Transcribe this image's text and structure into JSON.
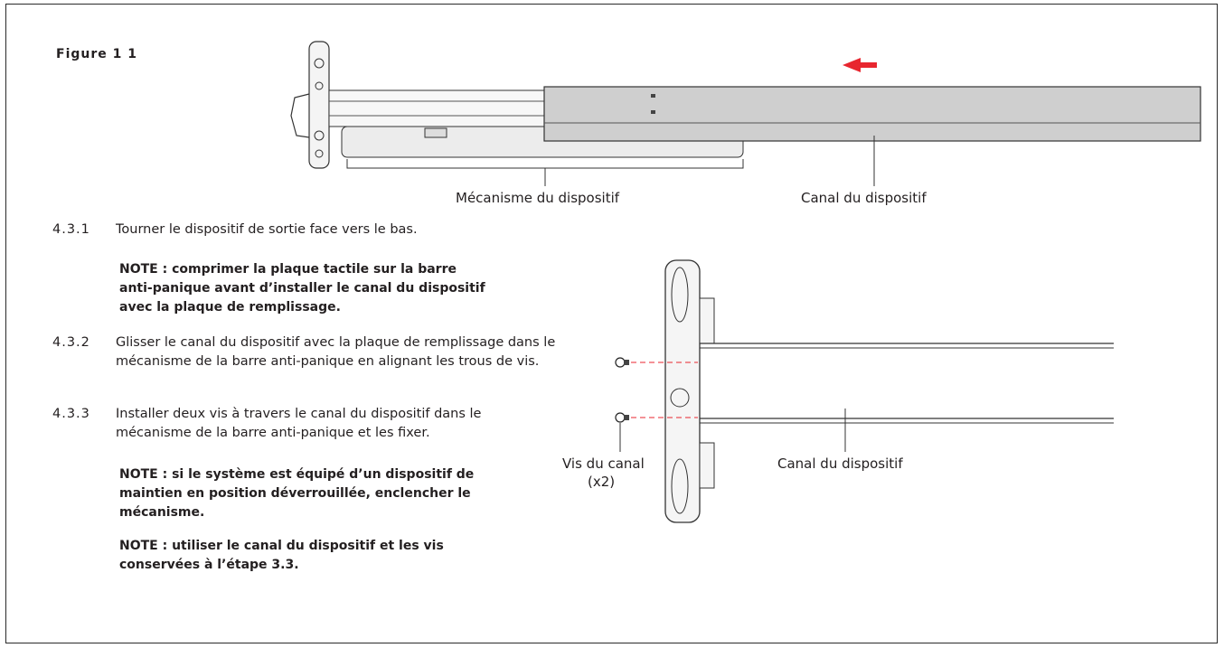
{
  "figure": {
    "label": "Figure 1 1",
    "callouts": {
      "mechanism": "Mécanisme du dispositif",
      "channel_top": "Canal du dispositif",
      "channel_bottom": "Canal du dispositif",
      "screws_line1": "Vis du canal",
      "screws_line2": "(x2)"
    },
    "arrow_color": "#e8262f"
  },
  "steps": [
    {
      "number": "4.3.1",
      "text": "Tourner le dispositif de sortie face vers le bas."
    },
    {
      "number": "4.3.2",
      "text": "Glisser le canal du dispositif avec la plaque de remplissage dans le mécanisme de la barre anti-panique en alignant les trous de vis."
    },
    {
      "number": "4.3.3",
      "text": "Installer deux vis à travers le canal du dispositif dans le mécanisme de la barre anti-panique et les fixer."
    }
  ],
  "notes": [
    "NOTE : comprimer la plaque tactile sur la barre anti-panique avant d’installer le canal du dispositif avec la plaque de remplissage.",
    "NOTE : si le système est équipé d’un dispositif de maintien en position déverrouillée, enclencher le mécanisme.",
    "NOTE : utiliser le canal du dispositif et les vis conservées à l’étape 3.3."
  ]
}
